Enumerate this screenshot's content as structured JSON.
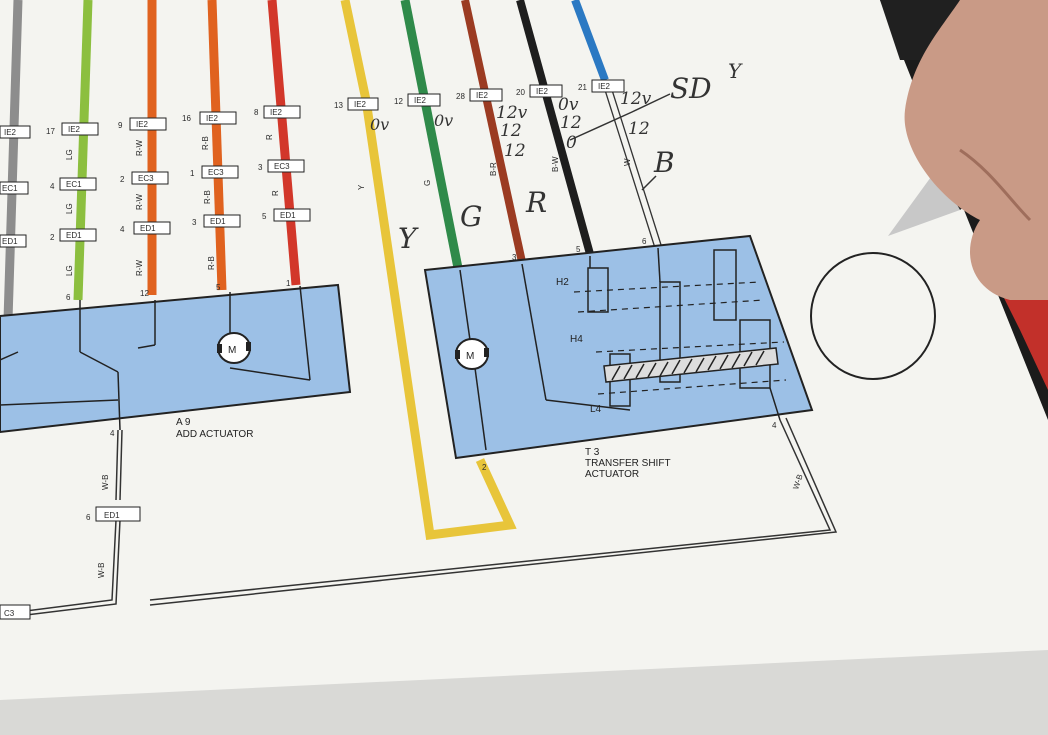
{
  "diagram": {
    "left_actuator": {
      "id": "A 9",
      "name": "ADD ACTUATOR",
      "motor": "M"
    },
    "right_actuator": {
      "id": "T 3",
      "name_line1": "TRANSFER SHIFT",
      "name_line2": "ACTUATOR",
      "motor": "M"
    },
    "positions": [
      "H2",
      "H4",
      "L4"
    ],
    "wire_codes": {
      "lg": "LG",
      "rw": "R-W",
      "rb": "R-B",
      "r": "R",
      "y": "Y",
      "g": "G",
      "br": "B-R",
      "bw": "B-W",
      "w": "W",
      "wb": "W-B"
    },
    "connectors": {
      "ie2": "IE2",
      "ec1": "EC1",
      "ed1": "ED1",
      "ec3": "EC3",
      "c3": "C3"
    },
    "pins": {
      "p6": "6",
      "p17": "17",
      "p9": "9",
      "p16": "16",
      "p8": "8",
      "p13": "13",
      "p12": "12",
      "p28": "28",
      "p20": "20",
      "p21": "21",
      "p4": "4",
      "p3": "3",
      "p1": "1",
      "p2": "2",
      "p5": "5"
    }
  },
  "handwriting": {
    "v_top": "0v",
    "v_mid1": "12",
    "v_mid2": "12",
    "v_r1": "12v",
    "v_r2": "12",
    "v_r3": "12",
    "v_s1": "0v",
    "v_s2": "12",
    "v_s3": "0",
    "v_w1": "12v",
    "v_w2": "12",
    "sd": "SD",
    "y_top": "Y",
    "y_wire": "Y",
    "g_wire": "G",
    "r_wire": "R",
    "b_wire": "B",
    "small_0v": "0v",
    "small_0v2": "0v"
  },
  "colors": {
    "paper": "#f4f4f0",
    "module_blue": "#9cc0e6",
    "wire_gray": "#8d8d8d",
    "wire_green_light": "#8cbf3f",
    "wire_orange": "#e0621f",
    "wire_red": "#d2372a",
    "wire_yellow": "#e8c53a",
    "wire_green": "#2f8a4a",
    "wire_black": "#1e1e1e",
    "wire_blue": "#2b79c3"
  }
}
